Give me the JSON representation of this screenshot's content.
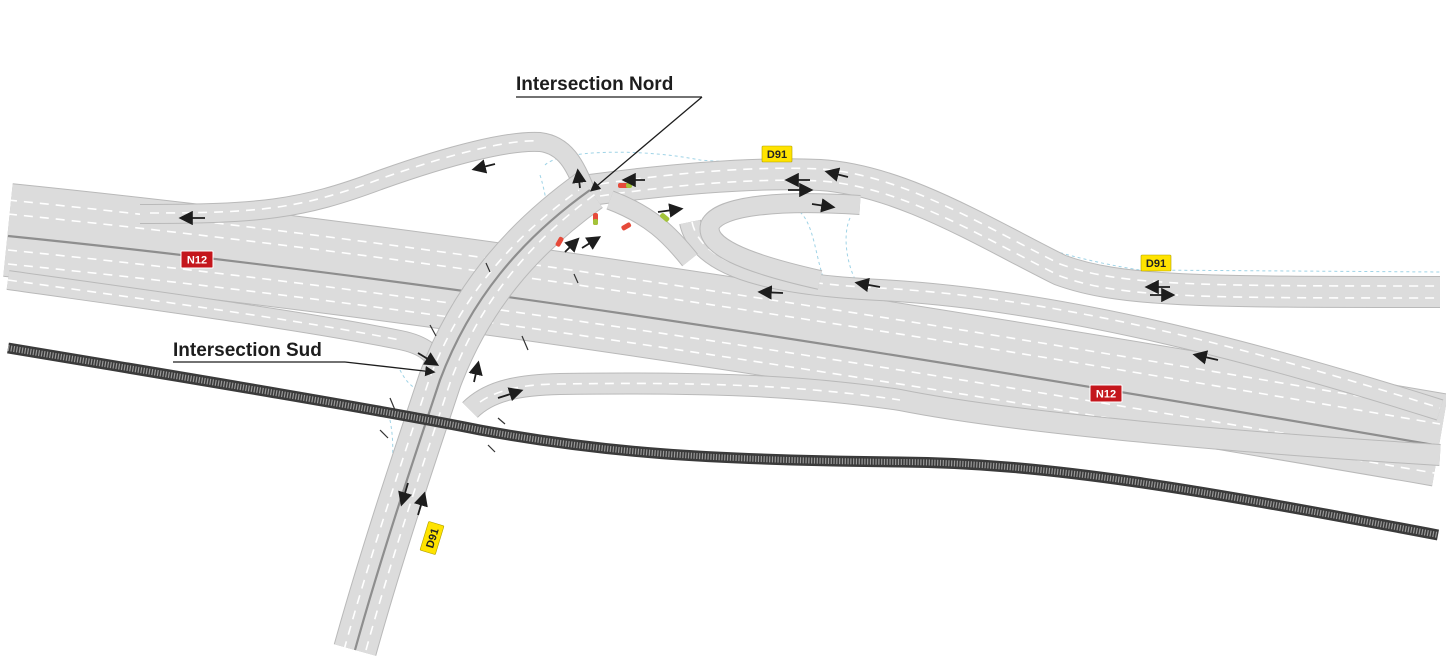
{
  "labels": {
    "intersection_nord": "Intersection Nord",
    "intersection_sud": "Intersection Sud"
  },
  "road_signs": {
    "n12": "N12",
    "d91": "D91"
  },
  "colors": {
    "road": "#dcdcdc",
    "road_edge": "#b9b9b9",
    "n12_sign": "#c4161c",
    "d91_sign": "#ffe300",
    "railway": "#3a3a3a"
  }
}
